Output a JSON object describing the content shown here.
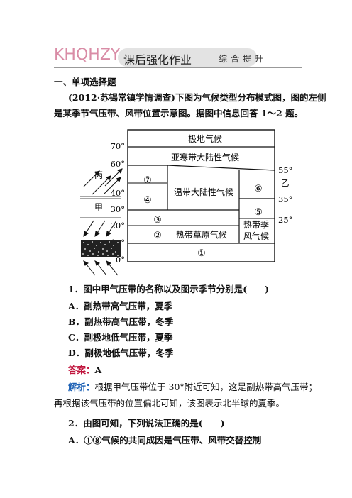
{
  "header": {
    "logo": "KHQHZY",
    "title": "课后强化作业",
    "subtitle": "综合提升"
  },
  "section_title": "一、单项选择题",
  "intro": {
    "line1": "(2012·苏锡常镇学情调查)下图为气候类型分布模式图，图的左侧",
    "line2": "是某季节气压带、风带位置示意图。据图中信息回答 1～2 题。"
  },
  "diagram": {
    "left_lat_labels": [
      "70°",
      "60°",
      "40°",
      "30°",
      "20°",
      "10°",
      "0°"
    ],
    "right_lat_labels": [
      "55°",
      "35°",
      "25°"
    ],
    "belt_labels": {
      "bing": "丙",
      "jia": "甲",
      "yi": "乙"
    },
    "zones": {
      "polar": "极地气候",
      "subarctic": "亚寒带大陆性气候",
      "temperate_continental": "温带大陆性气候",
      "tropical_grassland": "热带草原气候",
      "tropical_monsoon_line1": "热带季",
      "tropical_monsoon_line2": "风气候"
    },
    "circled": [
      "①",
      "②",
      "③",
      "④",
      "⑤",
      "⑥",
      "⑦"
    ]
  },
  "q1": {
    "stem": "1．图中甲气压带的名称以及图示季节分别是(　　)",
    "options": [
      "A．副热带高气压带，夏季",
      "B．副热带高气压带，冬季",
      "C．副极地低气压带，夏季",
      "D．副极地低气压带，冬季"
    ],
    "answer_label": "答案：",
    "answer": "A",
    "analysis_label": "解析：",
    "analysis_line1": "根据甲气压带位于 30°附近可知，这是副热带高气压带；",
    "analysis_line2": "再根据该气压带的位置偏北可知，该图表示北半球的夏季。"
  },
  "q2": {
    "stem": "2．由图可知，下列说法正确的是(　　)",
    "option_a": "A．①⑧气候的共同成因是气压带、风带交替控制"
  }
}
